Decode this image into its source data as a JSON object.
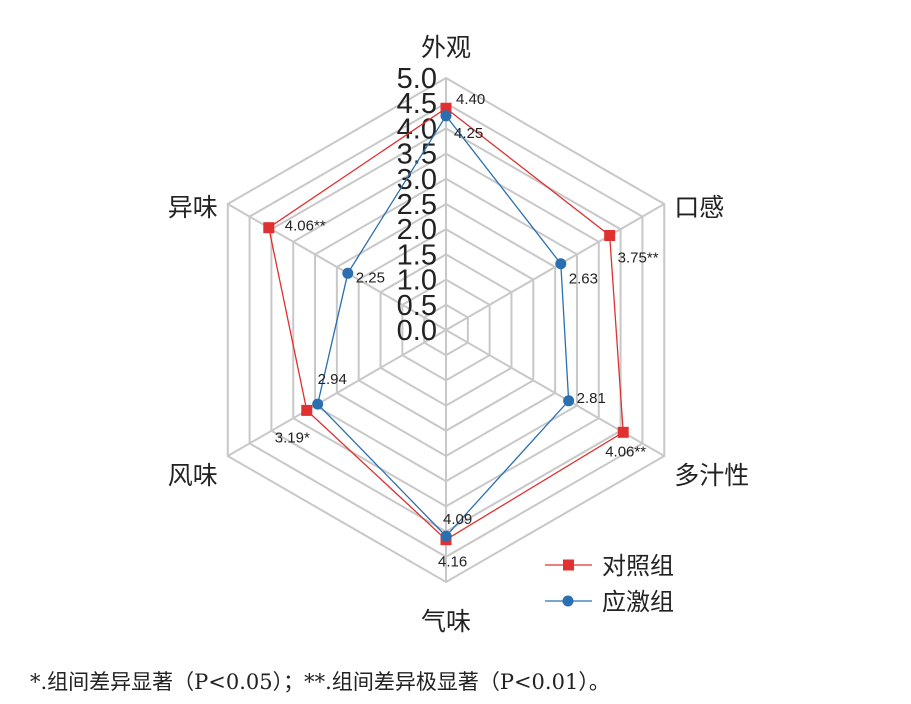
{
  "chart_data": {
    "type": "radar",
    "axes": [
      "外观",
      "口感",
      "多汁性",
      "气味",
      "风味",
      "异味"
    ],
    "rlim": [
      0,
      5.0
    ],
    "ticks": [
      "0.0",
      "0.5",
      "1.0",
      "1.5",
      "2.0",
      "2.5",
      "3.0",
      "3.5",
      "4.0",
      "4.5",
      "5.0"
    ],
    "grid": true,
    "legend_position": "bottom-right",
    "series": [
      {
        "name": "对照组",
        "color": "#e03030",
        "marker": "square",
        "values": [
          4.4,
          3.75,
          4.06,
          4.16,
          3.19,
          4.06
        ],
        "labels": [
          "4.40",
          "3.75**",
          "4.06**",
          "4.16",
          "3.19*",
          "4.06**"
        ]
      },
      {
        "name": "应激组",
        "color": "#2a6fb0",
        "marker": "circle",
        "values": [
          4.25,
          2.63,
          2.81,
          4.09,
          2.94,
          2.25
        ],
        "labels": [
          "4.25",
          "2.63",
          "2.81",
          "4.09",
          "2.94",
          "2.25"
        ]
      }
    ]
  },
  "footnote": "*.组间差异显著（P<0.05）；**.组间差异极显著（P<0.01）。"
}
